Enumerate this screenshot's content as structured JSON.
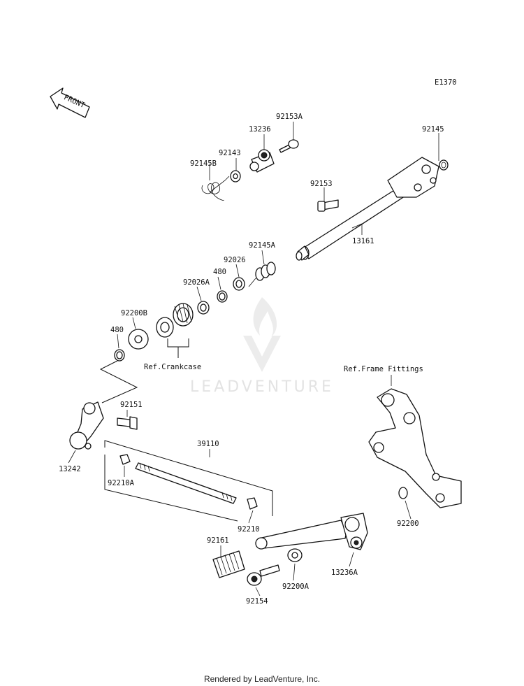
{
  "diagram_id": "E1370",
  "direction_label": "FRONT",
  "watermark": "LEADVENTURE",
  "footer": "Rendered by LeadVenture, Inc.",
  "references": {
    "crankcase": "Ref.Crankcase",
    "frame": "Ref.Frame Fittings"
  },
  "parts": {
    "p92153A": "92153A",
    "p13236": "13236",
    "p92143": "92143",
    "p92145B": "92145B",
    "p92145": "92145",
    "p92153": "92153",
    "p13161": "13161",
    "p92145A": "92145A",
    "p92026": "92026",
    "p480a": "480",
    "p92026A": "92026A",
    "p92200B": "92200B",
    "p480b": "480",
    "p92151": "92151",
    "p13242": "13242",
    "p39110": "39110",
    "p92210A": "92210A",
    "p92210": "92210",
    "p92161": "92161",
    "p92200": "92200",
    "p13236A": "13236A",
    "p92200A": "92200A",
    "p92154": "92154"
  }
}
